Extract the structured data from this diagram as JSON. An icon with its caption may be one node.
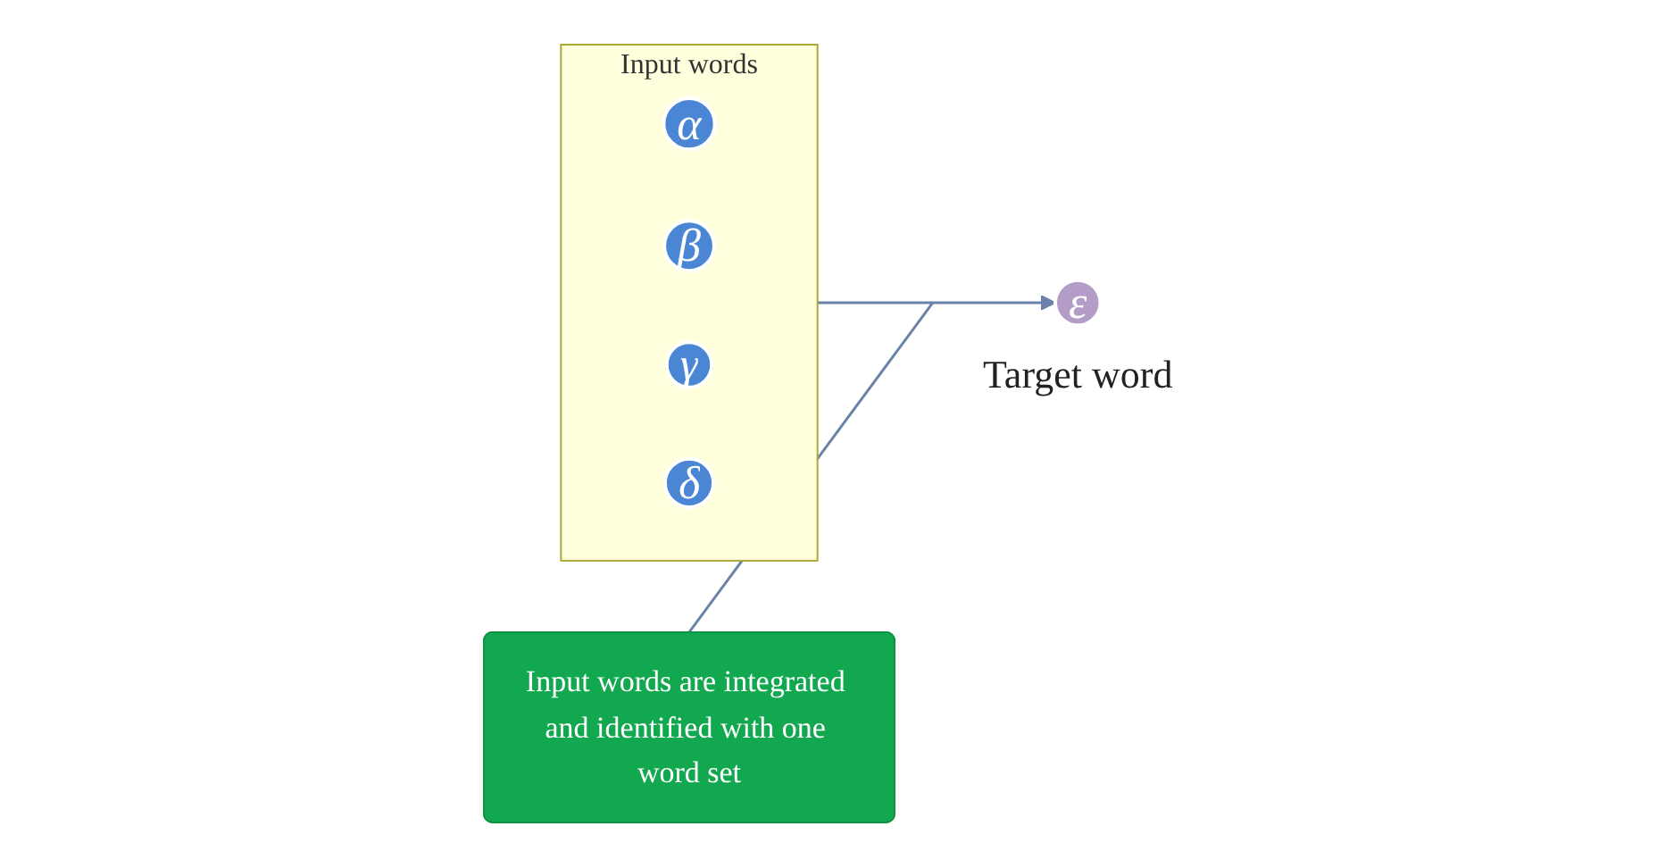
{
  "diagram": {
    "nodes": [
      {
        "text": [
          "Input words are integrated and identified with one word set"
        ]
      },
      {
        "text": [
          "Input words"
        ]
      },
      {
        "text": [
          "α"
        ],
        "in": 1
      },
      {
        "text": [
          "β"
        ],
        "in": 1
      },
      {
        "text": [
          "γ"
        ],
        "in": 1
      },
      {
        "text": [
          "δ"
        ],
        "in": 1
      },
      {
        "text": [
          "ε"
        ],
        "beside": [
          "Target word"
        ]
      }
    ],
    "edges": [
      {
        "from": 1,
        "to": 6,
        "arrow": "to"
      },
      {
        "from": 0,
        "to": null,
        "arrow": "none"
      }
    ]
  }
}
